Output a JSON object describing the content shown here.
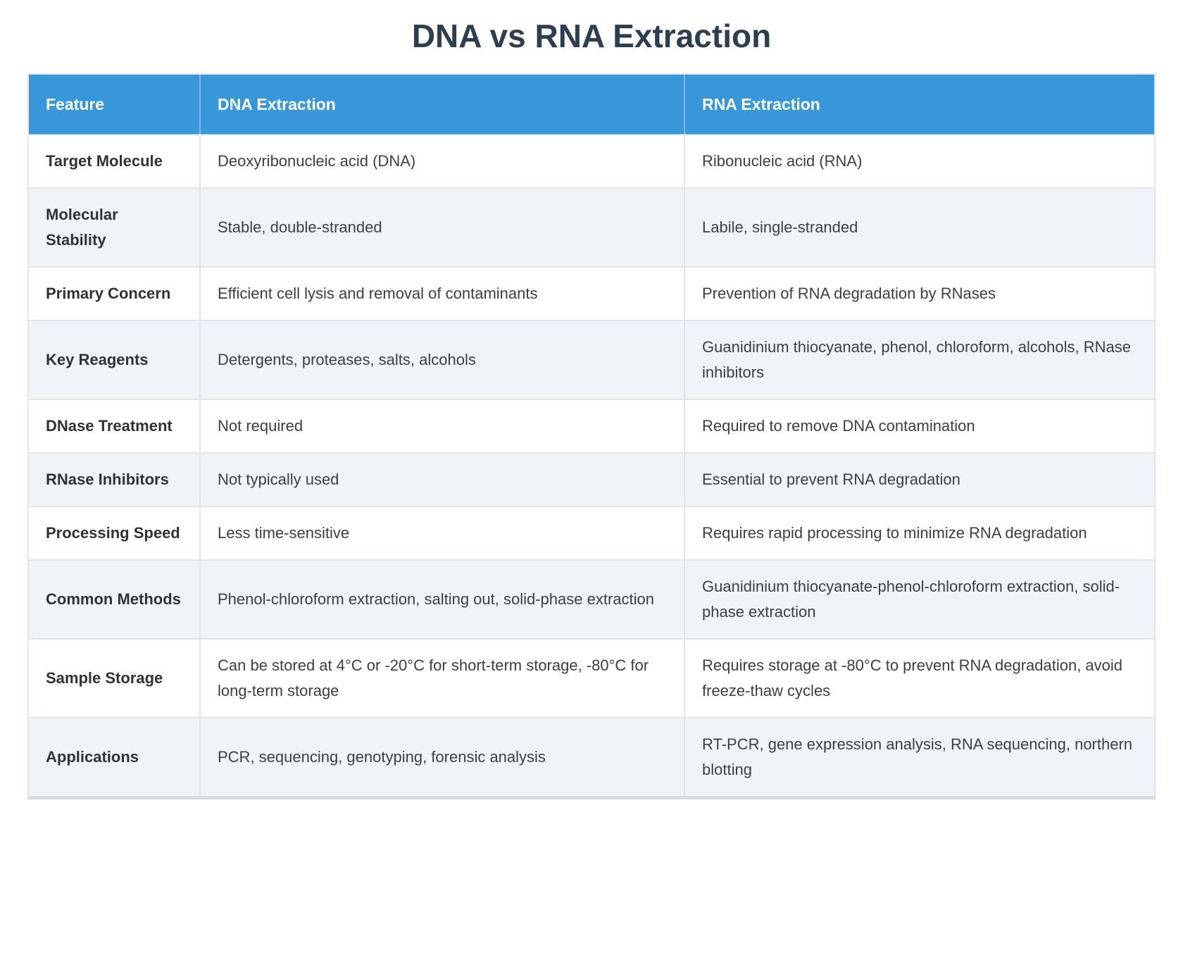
{
  "title": "DNA vs RNA Extraction",
  "colors": {
    "header_bg": "#3797d9",
    "header_text": "#ffffff",
    "row_bg": "#ffffff",
    "row_alt_bg": "#f0f4f8",
    "border": "#e2e5e9",
    "border_bottom": "#d9dce0",
    "title_color": "#2c3e50",
    "label_color": "#2e3338",
    "body_text": "#3a3f45"
  },
  "table": {
    "columns": [
      "Feature",
      "DNA Extraction",
      "RNA Extraction"
    ],
    "rows": [
      {
        "feature": "Target Molecule",
        "dna": "Deoxyribonucleic acid (DNA)",
        "rna": "Ribonucleic acid (RNA)"
      },
      {
        "feature": "Molecular Stability",
        "dna": "Stable, double-stranded",
        "rna": "Labile, single-stranded"
      },
      {
        "feature": "Primary Concern",
        "dna": "Efficient cell lysis and removal of contaminants",
        "rna": "Prevention of RNA degradation by RNases"
      },
      {
        "feature": "Key Reagents",
        "dna": "Detergents, proteases, salts, alcohols",
        "rna": "Guanidinium thiocyanate, phenol, chloroform, alcohols, RNase inhibitors"
      },
      {
        "feature": "DNase Treatment",
        "dna": "Not required",
        "rna": "Required to remove DNA contamination"
      },
      {
        "feature": "RNase Inhibitors",
        "dna": "Not typically used",
        "rna": "Essential to prevent RNA degradation"
      },
      {
        "feature": "Processing Speed",
        "dna": "Less time-sensitive",
        "rna": "Requires rapid processing to minimize RNA degradation"
      },
      {
        "feature": "Common Methods",
        "dna": "Phenol-chloroform extraction, salting out, solid-phase extraction",
        "rna": "Guanidinium thiocyanate-phenol-chloroform extraction, solid-phase extraction"
      },
      {
        "feature": "Sample Storage",
        "dna": "Can be stored at 4°C or -20°C for short-term storage, -80°C for long-term storage",
        "rna": "Requires storage at -80°C to prevent RNA degradation, avoid freeze-thaw cycles"
      },
      {
        "feature": "Applications",
        "dna": "PCR, sequencing, genotyping, forensic analysis",
        "rna": "RT-PCR, gene expression analysis, RNA sequencing, northern blotting"
      }
    ]
  }
}
